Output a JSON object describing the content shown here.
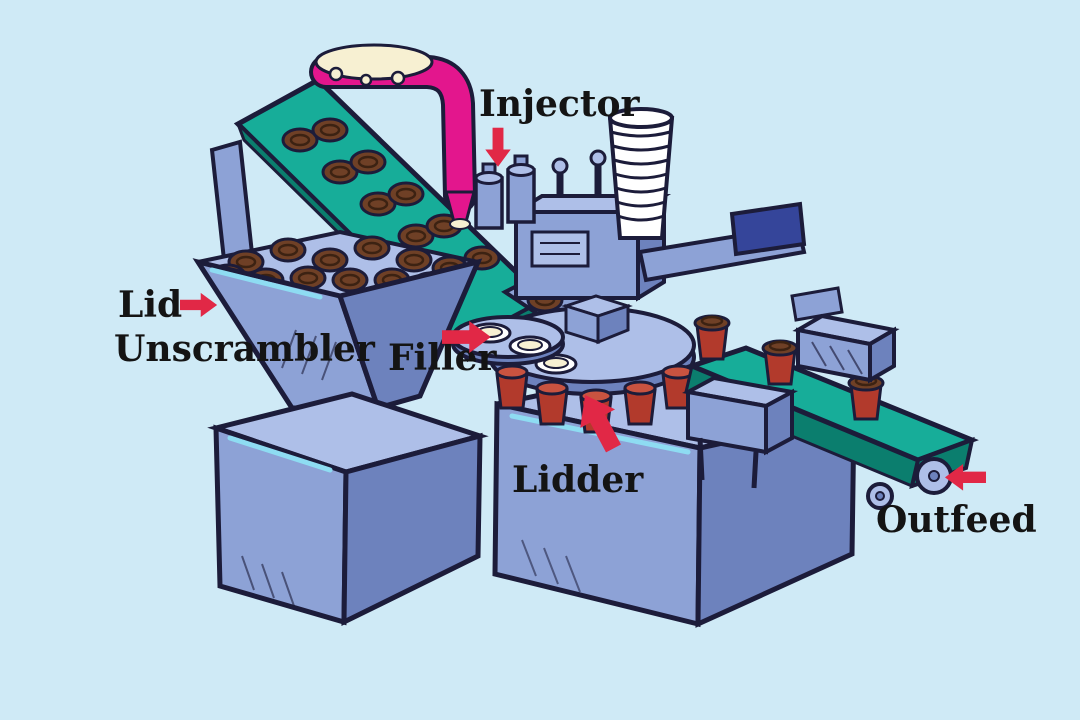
{
  "palette": {
    "background": "#cfeaf6",
    "outline": "#1c1c3a",
    "machine-light": "#aebfe8",
    "machine-mid": "#8da2d6",
    "machine-dark": "#6d82bd",
    "machine-navy": "#35459a",
    "belt-teal": "#17ad99",
    "belt-teal-dark": "#0b7e6e",
    "lid-brown": "#6f4026",
    "lid-brown-dark": "#3c2212",
    "cup-red": "#b23a2c",
    "cup-red-light": "#c95340",
    "cream": "#f7f0d2",
    "injector-pink": "#e3168d",
    "arrow-red": "#e12846",
    "label-text": "#141414",
    "highlight-cyan": "#8edcf2",
    "white": "#ffffff"
  },
  "labels": {
    "injector": {
      "text": "Injector",
      "arrow_direction": "down"
    },
    "lid": {
      "text": "Lid",
      "arrow_direction": "right"
    },
    "unscrambler": {
      "text": "Unscrambler"
    },
    "filler": {
      "text": "Filler",
      "arrow_direction": "right"
    },
    "lidder": {
      "text": "Lidder",
      "arrow_direction": "up-left"
    },
    "outfeed": {
      "text": "Outfeed",
      "arrow_direction": "left"
    }
  }
}
